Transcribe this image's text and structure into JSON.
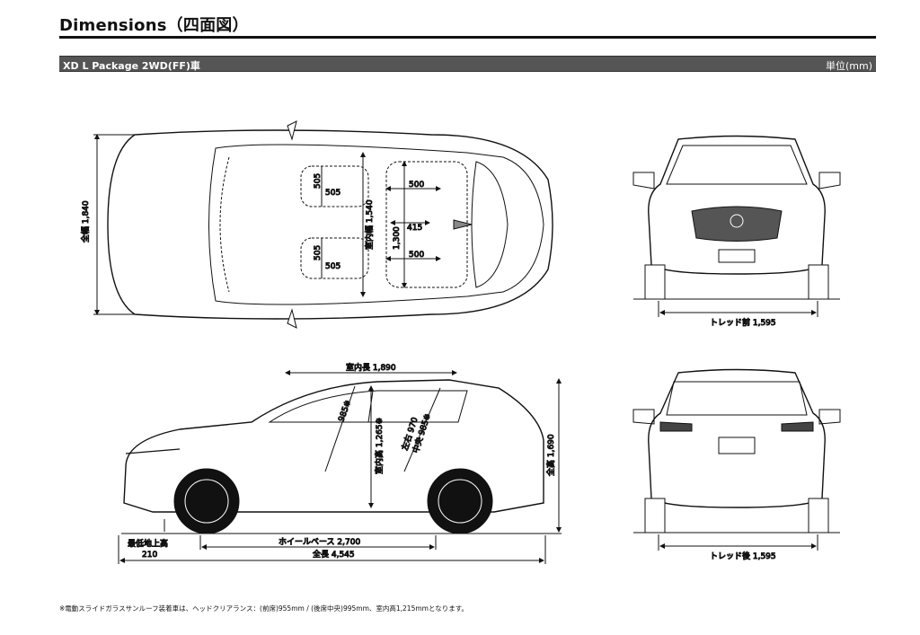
{
  "header": {
    "title": "Dimensions（四面図）"
  },
  "section_bar": {
    "model": "XD L Package 2WD(FF)車",
    "unit": "単位(mm)"
  },
  "top_view": {
    "overall_width": "全幅 1,840",
    "interior_width": "室内幅 1,540",
    "rear_width": "1,300",
    "front_seat_depth_1": "505",
    "front_seat_width_1": "505",
    "front_seat_depth_2": "505",
    "front_seat_width_2": "505",
    "rear_seat_width_1": "500",
    "rear_seat_width_2": "500",
    "rear_center": "415"
  },
  "front_view": {
    "tread_front": "トレッド前 1,595"
  },
  "side_view": {
    "interior_length": "室内長 1,890",
    "front_headroom": "985※",
    "interior_height": "室内高 1,265※",
    "rear_headroom_lr": "左右 970",
    "rear_headroom_center": "中央 985※",
    "overall_height": "全高 1,690",
    "ground_clearance_label": "最低地上高",
    "ground_clearance": "210",
    "wheelbase": "ホイールベース 2,700",
    "overall_length": "全長 4,545"
  },
  "rear_view": {
    "tread_rear": "トレッド後 1,595"
  },
  "footnote": "※電動スライドガラスサンルーフ装着車は、ヘッドクリアランス：(前席)955mm / (後席中央)995mm、室内高1,215mmとなります。"
}
